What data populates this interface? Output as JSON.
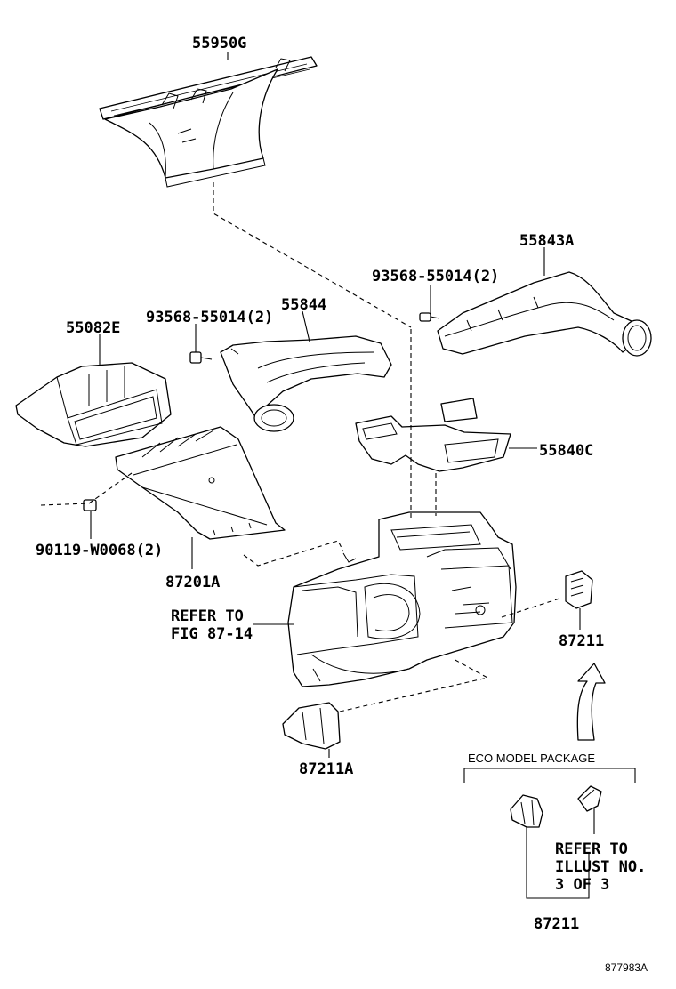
{
  "labels": {
    "p55950g": "55950G",
    "p55843a": "55843A",
    "bolt_right": "93568-55014(2)",
    "bolt_left": "93568-55014(2)",
    "p55844": "55844",
    "p55082e": "55082E",
    "p55840c": "55840C",
    "p90119": "90119-W0068(2)",
    "p87201a": "87201A",
    "refer_fig_line1": "REFER TO",
    "refer_fig_line2": "FIG 87-14",
    "p87211_top": "87211",
    "p87211a": "87211A",
    "eco_package": "ECO MODEL PACKAGE",
    "refer_illust_line1": "REFER TO",
    "refer_illust_line2": "ILLUST NO.",
    "refer_illust_line3": "3 OF 3",
    "p87211_bottom": "87211",
    "drawing_id": "877983A"
  }
}
